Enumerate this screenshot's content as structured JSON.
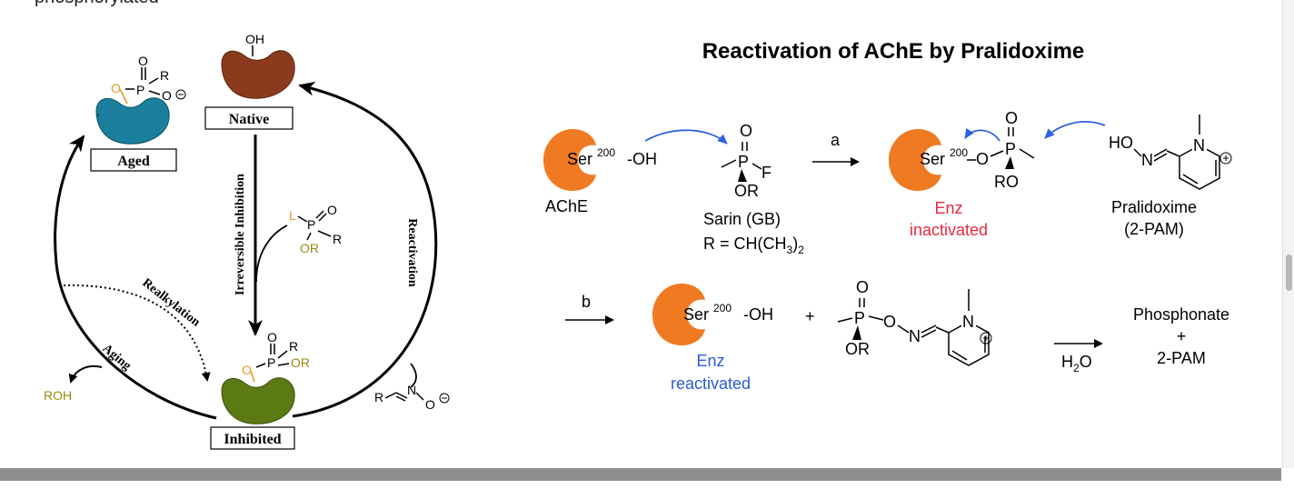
{
  "top_cut_text": "phosphorylated",
  "cycle": {
    "native_label": "Native",
    "aged_label": "Aged",
    "inhibited_label": "Inhibited",
    "oh": "OH",
    "irreversible_label": "Irreversible Inhibition",
    "reactivation_label": "Reactivation",
    "realkylation_label": "Realkylation",
    "aging_label": "Aging",
    "roh": "ROH",
    "agent": {
      "L": "L",
      "P": "P",
      "O": "O",
      "R": "R",
      "OR": "OR"
    },
    "aged_group": {
      "O_top": "O",
      "P": "P",
      "R": "R",
      "O_minus": "O",
      "O_link": "O"
    },
    "inhibited_group": {
      "O_top": "O",
      "P": "P",
      "R": "R",
      "OR": "OR",
      "O_link": "O"
    },
    "oxime": {
      "R": "R",
      "N": "N",
      "O": "O"
    },
    "colors": {
      "native": "#8b3a1e",
      "aged": "#1a7f9c",
      "inhibited": "#5c7a14",
      "orange_atom": "#e19a1c",
      "olive_atom": "#9a8a10"
    }
  },
  "scheme": {
    "title": "Reactivation of AChE by Pralidoxime",
    "ser_oh": {
      "ser": "Ser",
      "sup": "200",
      "oh": "-OH"
    },
    "ache_label": "AChE",
    "sarin_line1": "Sarin (GB)",
    "sarin_line2": "R = CH(CH",
    "sarin_sub": "3",
    "sarin_line2_end": ")",
    "sarin_sub2": "2",
    "arrow_a": "a",
    "arrow_b": "b",
    "enz_inactivated_1": "Enz",
    "enz_inactivated_2": "inactivated",
    "enz_reactivated_1": "Enz",
    "enz_reactivated_2": "reactivated",
    "pralidoxime_1": "Pralidoxime",
    "pralidoxime_2": "(2-PAM)",
    "ho": "HO",
    "plus": "+",
    "h2o": "H",
    "h2o_sub": "2",
    "h2o_end": "O",
    "phosphonate": "Phosphonate",
    "plus2": "+",
    "two_pam": "2-PAM",
    "atoms": {
      "O": "O",
      "P": "P",
      "F": "F",
      "OR": "OR",
      "RO": "RO",
      "N": "N"
    },
    "colors": {
      "enzyme": "#f07a22",
      "red_text": "#e8283c",
      "blue_text": "#2a5bd7",
      "blue_arrow": "#2f62e0"
    }
  }
}
